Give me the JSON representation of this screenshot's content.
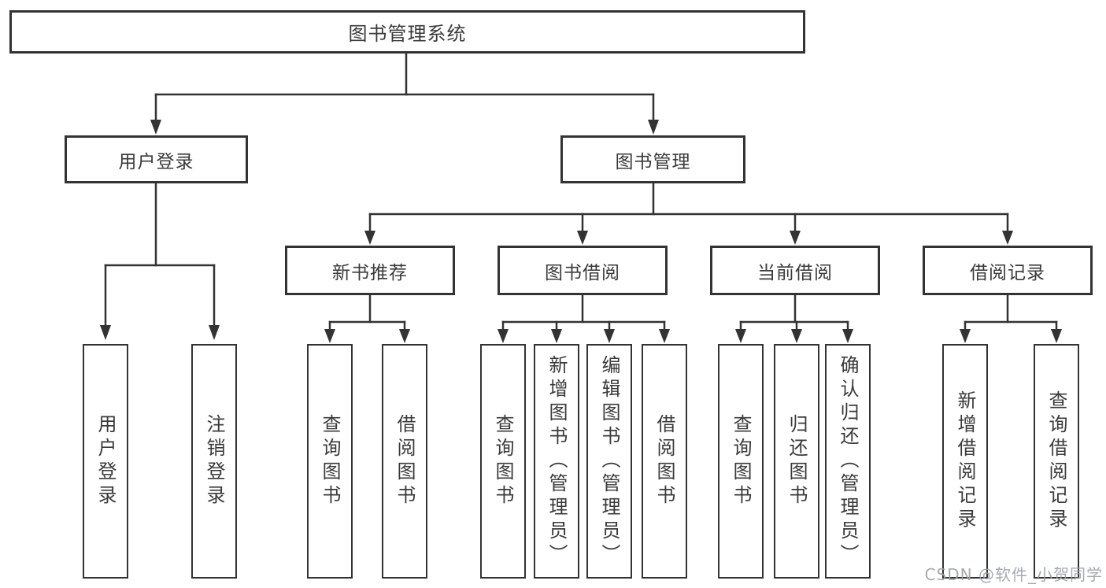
{
  "tree": {
    "root": "图书管理系统",
    "branches": [
      {
        "label": "用户登录",
        "children": [
          "用户登录",
          "注销登录"
        ]
      },
      {
        "label": "图书管理",
        "groups": [
          {
            "label": "新书推荐",
            "children": [
              "查询图书",
              "借阅图书"
            ]
          },
          {
            "label": "图书借阅",
            "children": [
              "查询图书",
              "新增图书（管理员）",
              "编辑图书（管理员）",
              "借阅图书"
            ]
          },
          {
            "label": "当前借阅",
            "children": [
              "查询图书",
              "归还图书",
              "确认归还（管理员）"
            ]
          },
          {
            "label": "借阅记录",
            "children": [
              "新增借阅记录",
              "查询借阅记录"
            ]
          }
        ]
      }
    ]
  },
  "colors": {
    "line": "#333333",
    "text": "#3a3a3a",
    "watermark": "#9ba1a8",
    "background": "#ffffff"
  },
  "watermark": {
    "text": "CSDN @软件_小贺同学"
  }
}
